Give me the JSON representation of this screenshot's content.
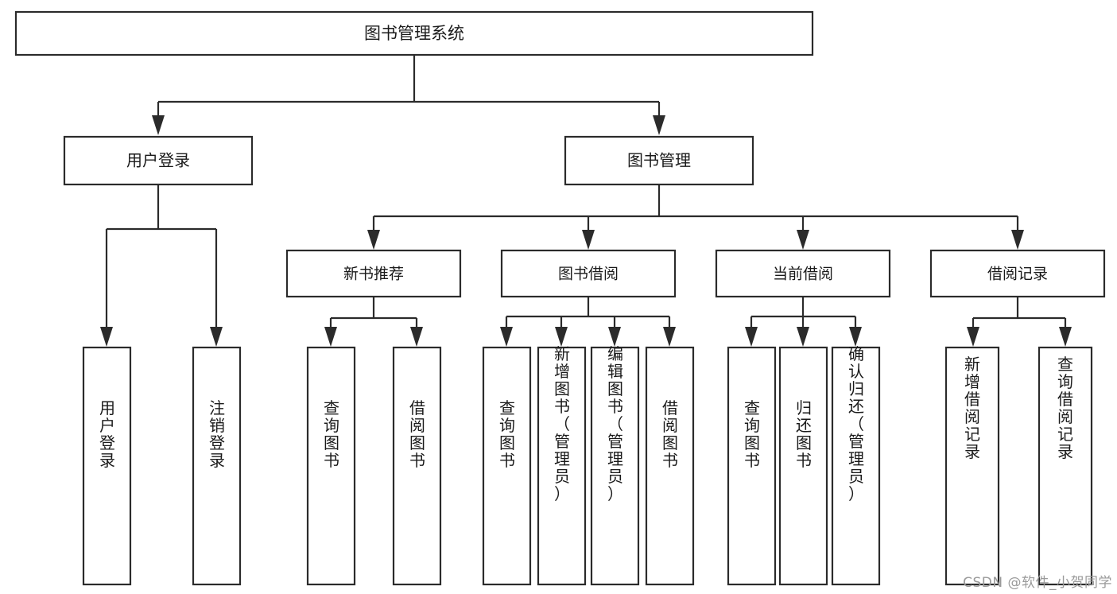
{
  "diagram": {
    "title": "图书管理系统",
    "type": "tree-hierarchy",
    "root": {
      "id": "root",
      "label": "图书管理系统"
    },
    "level2": [
      {
        "id": "user-login",
        "label": "用户登录"
      },
      {
        "id": "book-manage",
        "label": "图书管理"
      }
    ],
    "level3": [
      {
        "id": "new-book-rec",
        "label": "新书推荐",
        "parent": "book-manage"
      },
      {
        "id": "book-borrow",
        "label": "图书借阅",
        "parent": "book-manage"
      },
      {
        "id": "current-borrow",
        "label": "当前借阅",
        "parent": "book-manage"
      },
      {
        "id": "borrow-record",
        "label": "借阅记录",
        "parent": "book-manage"
      }
    ],
    "leaves": [
      {
        "id": "leaf-user-login",
        "label": "用户登录",
        "parent": "user-login"
      },
      {
        "id": "leaf-logout",
        "label": "注销登录",
        "parent": "user-login"
      },
      {
        "id": "leaf-query-book-1",
        "label": "查询图书",
        "parent": "new-book-rec"
      },
      {
        "id": "leaf-borrow-book-1",
        "label": "借阅图书",
        "parent": "new-book-rec"
      },
      {
        "id": "leaf-query-book-2",
        "label": "查询图书",
        "parent": "book-borrow"
      },
      {
        "id": "leaf-add-book",
        "label": "新增图书（管理员）",
        "parent": "book-borrow"
      },
      {
        "id": "leaf-edit-book",
        "label": "编辑图书（管理员）",
        "parent": "book-borrow"
      },
      {
        "id": "leaf-borrow-book-2",
        "label": "借阅图书",
        "parent": "book-borrow"
      },
      {
        "id": "leaf-query-book-3",
        "label": "查询图书",
        "parent": "current-borrow"
      },
      {
        "id": "leaf-return-book",
        "label": "归还图书",
        "parent": "current-borrow"
      },
      {
        "id": "leaf-confirm-return",
        "label": "确认归还（管理员）",
        "parent": "current-borrow"
      },
      {
        "id": "leaf-add-record",
        "label": "新增借阅记录",
        "parent": "borrow-record"
      },
      {
        "id": "leaf-query-record",
        "label": "查询借阅记录",
        "parent": "borrow-record"
      }
    ],
    "colors": {
      "box_fill": "#ffffff",
      "box_stroke": "#2b2b2b",
      "text": "#1a1a1a",
      "background": "#ffffff",
      "watermark": "#9a9a9a"
    }
  },
  "watermark": {
    "text": "CSDN @软件_小贺同学"
  }
}
